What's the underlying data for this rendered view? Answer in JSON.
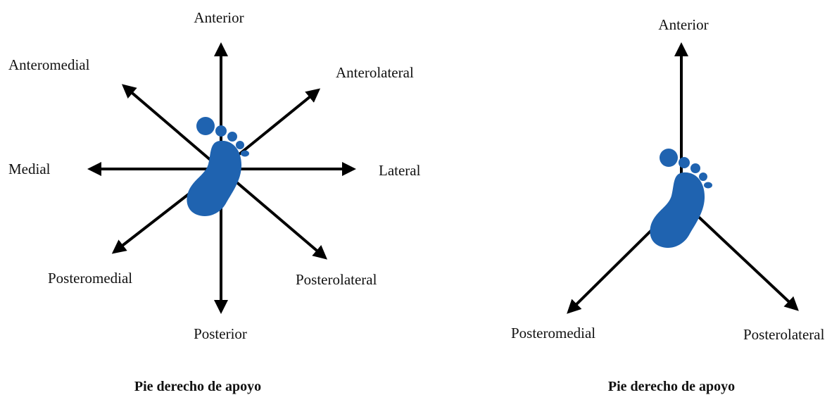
{
  "colors": {
    "foot": "#1f63b0",
    "arrow": "#000000",
    "text": "#111111"
  },
  "icons": [
    "right-foot-icon"
  ],
  "diagrams": [
    {
      "caption": "Pie derecho de apoyo",
      "directions": {
        "anterior": "Anterior",
        "anteromedial": "Anteromedial",
        "anterolateral": "Anterolateral",
        "medial": "Medial",
        "lateral": "Lateral",
        "posteromedial": "Posteromedial",
        "posterolateral": "Posterolateral",
        "posterior": "Posterior"
      }
    },
    {
      "caption": "Pie derecho de apoyo",
      "directions": {
        "anterior": "Anterior",
        "posteromedial": "Posteromedial",
        "posterolateral": "Posterolateral"
      }
    }
  ]
}
